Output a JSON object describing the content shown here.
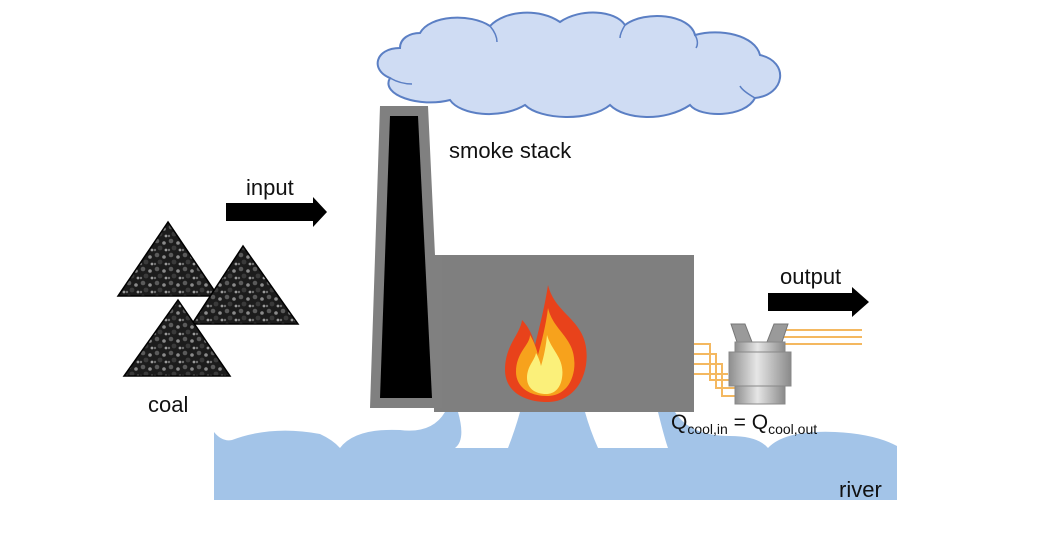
{
  "labels": {
    "smoke_stack": "smoke stack",
    "input": "input",
    "output": "output",
    "coal": "coal",
    "river": "river",
    "equation": {
      "q_left": "Q",
      "sub_left": "cool,in",
      "equals": " = ",
      "q_right": "Q",
      "sub_right": "cool,out"
    }
  },
  "colors": {
    "cloud_fill": "#cfdcf3",
    "cloud_stroke": "#5b7fc4",
    "stack_outer": "#808080",
    "stack_inner": "#000000",
    "building": "#7f7f7f",
    "river": "#a3c4e8",
    "arrow": "#000000",
    "flame_outer": "#e8421b",
    "flame_mid": "#f7a21c",
    "flame_inner": "#fbf07a",
    "pipe": "#f4b860",
    "turbine": "#bdbdbd"
  }
}
